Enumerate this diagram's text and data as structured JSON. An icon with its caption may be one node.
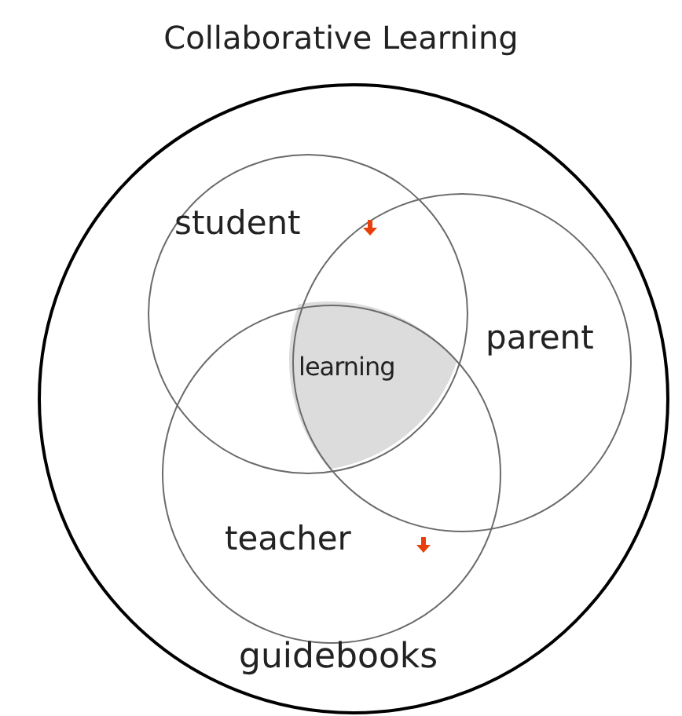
{
  "diagram": {
    "title": "Collaborative Learning",
    "nodes": [
      {
        "text": [
          "guidebooks"
        ]
      },
      {
        "text": [
          "student"
        ],
        "in": 0
      },
      {
        "text": [
          "parent"
        ],
        "in": 0
      },
      {
        "text": [
          "teacher"
        ],
        "in": 0
      },
      {
        "text": [
          "learning"
        ]
      }
    ]
  }
}
